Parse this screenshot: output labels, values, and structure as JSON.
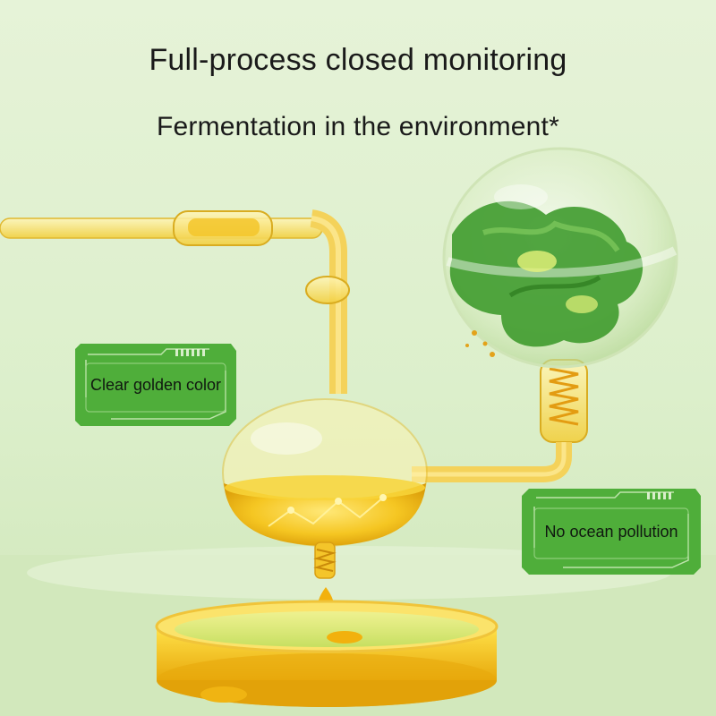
{
  "headline": "Full-process closed monitoring",
  "subheadline": "Fermentation in the environment*",
  "badges": {
    "golden": "Clear golden color",
    "ocean": "No ocean pollution"
  },
  "colors": {
    "badge_green": "#4fae3a",
    "oil_gold": "#f2c21a",
    "seaweed_green": "#3f9b2e",
    "background": "#e2f1d3"
  }
}
